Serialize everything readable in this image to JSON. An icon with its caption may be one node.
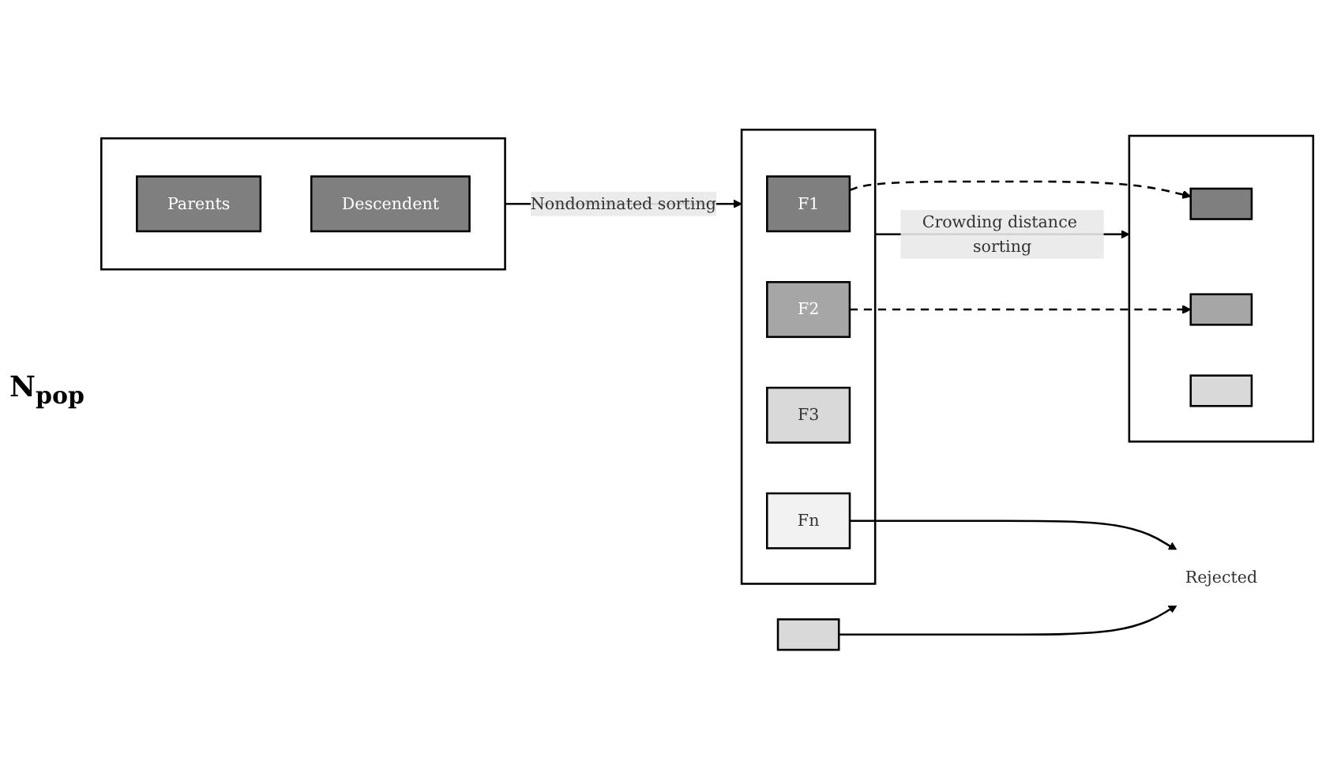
{
  "diagram": {
    "nodes": [
      {
        "text": [],
        "shape": "box"
      },
      {
        "text": [
          "Parents"
        ],
        "in": 0
      },
      {
        "text": [
          "Descendent"
        ],
        "in": 0
      },
      {
        "text": [],
        "shape": "box"
      },
      {
        "text": [
          "F1"
        ],
        "in": 3
      },
      {
        "text": [
          "F2"
        ],
        "in": 3
      },
      {
        "text": [
          "F3"
        ],
        "in": 3
      },
      {
        "text": [
          "Fn"
        ],
        "in": 3
      },
      {
        "text": [],
        "shape": "box"
      },
      {
        "text": [],
        "shape": "box"
      },
      {
        "text": [],
        "shape": "box",
        "in": 9
      },
      {
        "text": [],
        "shape": "box",
        "in": 9
      },
      {
        "text": [],
        "shape": "box",
        "in": 9
      },
      {
        "text": [
          "Rejected"
        ]
      }
    ],
    "edges": [
      {
        "from": 0,
        "to": 3,
        "arrow": "to",
        "label": "Nondominated sorting"
      },
      {
        "from": 3,
        "to": 9,
        "arrow": "to",
        "label": "Crowding distance sorting"
      },
      {
        "from": 4,
        "to": 10,
        "arrow": "to",
        "style": "dashed"
      },
      {
        "from": 5,
        "to": 11,
        "arrow": "to",
        "style": "dashed"
      },
      {
        "from": 8,
        "to": 13,
        "arrow": "to"
      },
      {
        "from": 7,
        "to": 13,
        "arrow": "to"
      }
    ],
    "labels": [
      "N$_{pop}$"
    ]
  }
}
